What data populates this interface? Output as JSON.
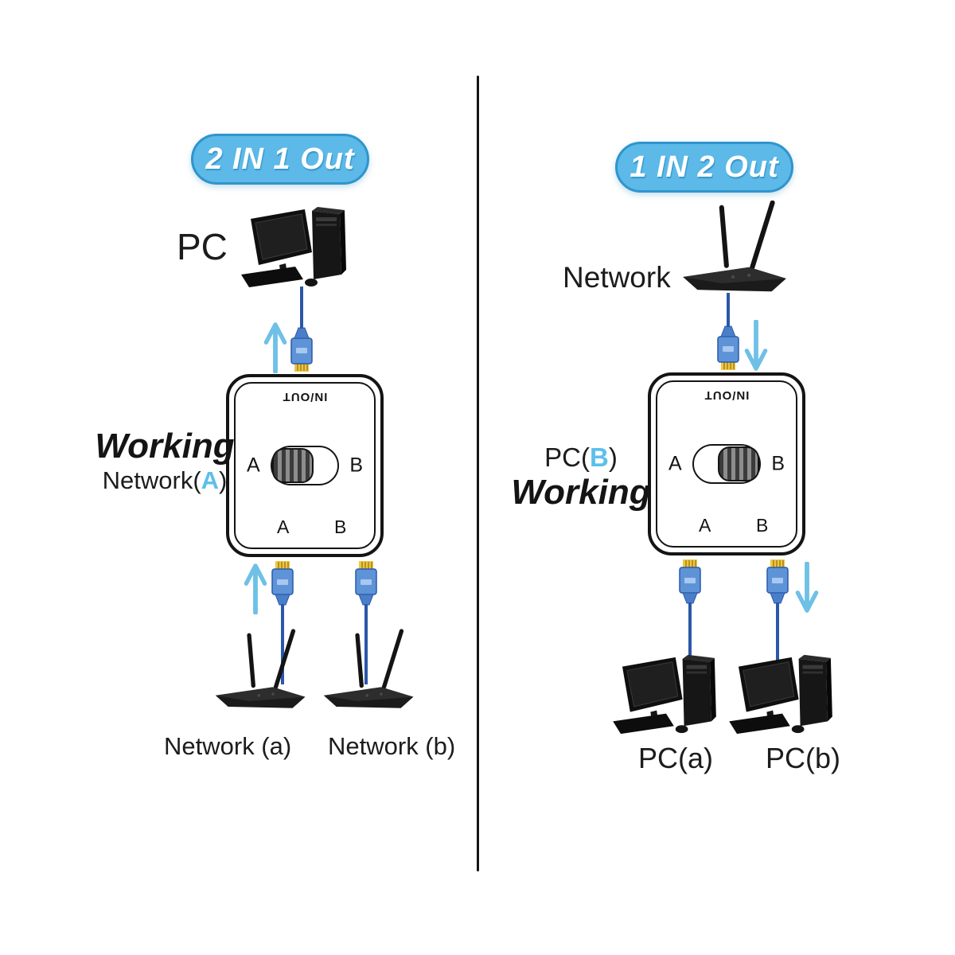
{
  "colors": {
    "badge_fill": "#5cb9e8",
    "badge_border": "#2f95cc",
    "badge_text": "#ffffff",
    "highlight_blue": "#5bc0ea",
    "arrow_blue": "#6fc0e6",
    "cable_blue": "#2b57a8",
    "connector_body": "#5e93d8",
    "connector_tip": "#ecc83e",
    "device_black": "#141414",
    "text_black": "#1c1c1c"
  },
  "left": {
    "badge": "2 IN 1 Out",
    "top_device_label": "PC",
    "working_line1": "Working",
    "working_line2_prefix": "Network(",
    "working_highlight": "A",
    "working_line2_suffix": ")",
    "switch": {
      "io_label": "IN/OUT",
      "side_a": "A",
      "side_b": "B",
      "port_a": "A",
      "port_b": "B",
      "selected": "A"
    },
    "bottom_device_labels": [
      "Network (a)",
      "Network (b)"
    ]
  },
  "right": {
    "badge": "1 IN 2 Out",
    "top_device_label": "Network",
    "working_line1_prefix": "PC(",
    "working_highlight": "B",
    "working_line1_suffix": ")",
    "working_line2": "Working",
    "switch": {
      "io_label": "IN/OUT",
      "side_a": "A",
      "side_b": "B",
      "port_a": "A",
      "port_b": "B",
      "selected": "B"
    },
    "bottom_device_labels": [
      "PC(a)",
      "PC(b)"
    ]
  }
}
